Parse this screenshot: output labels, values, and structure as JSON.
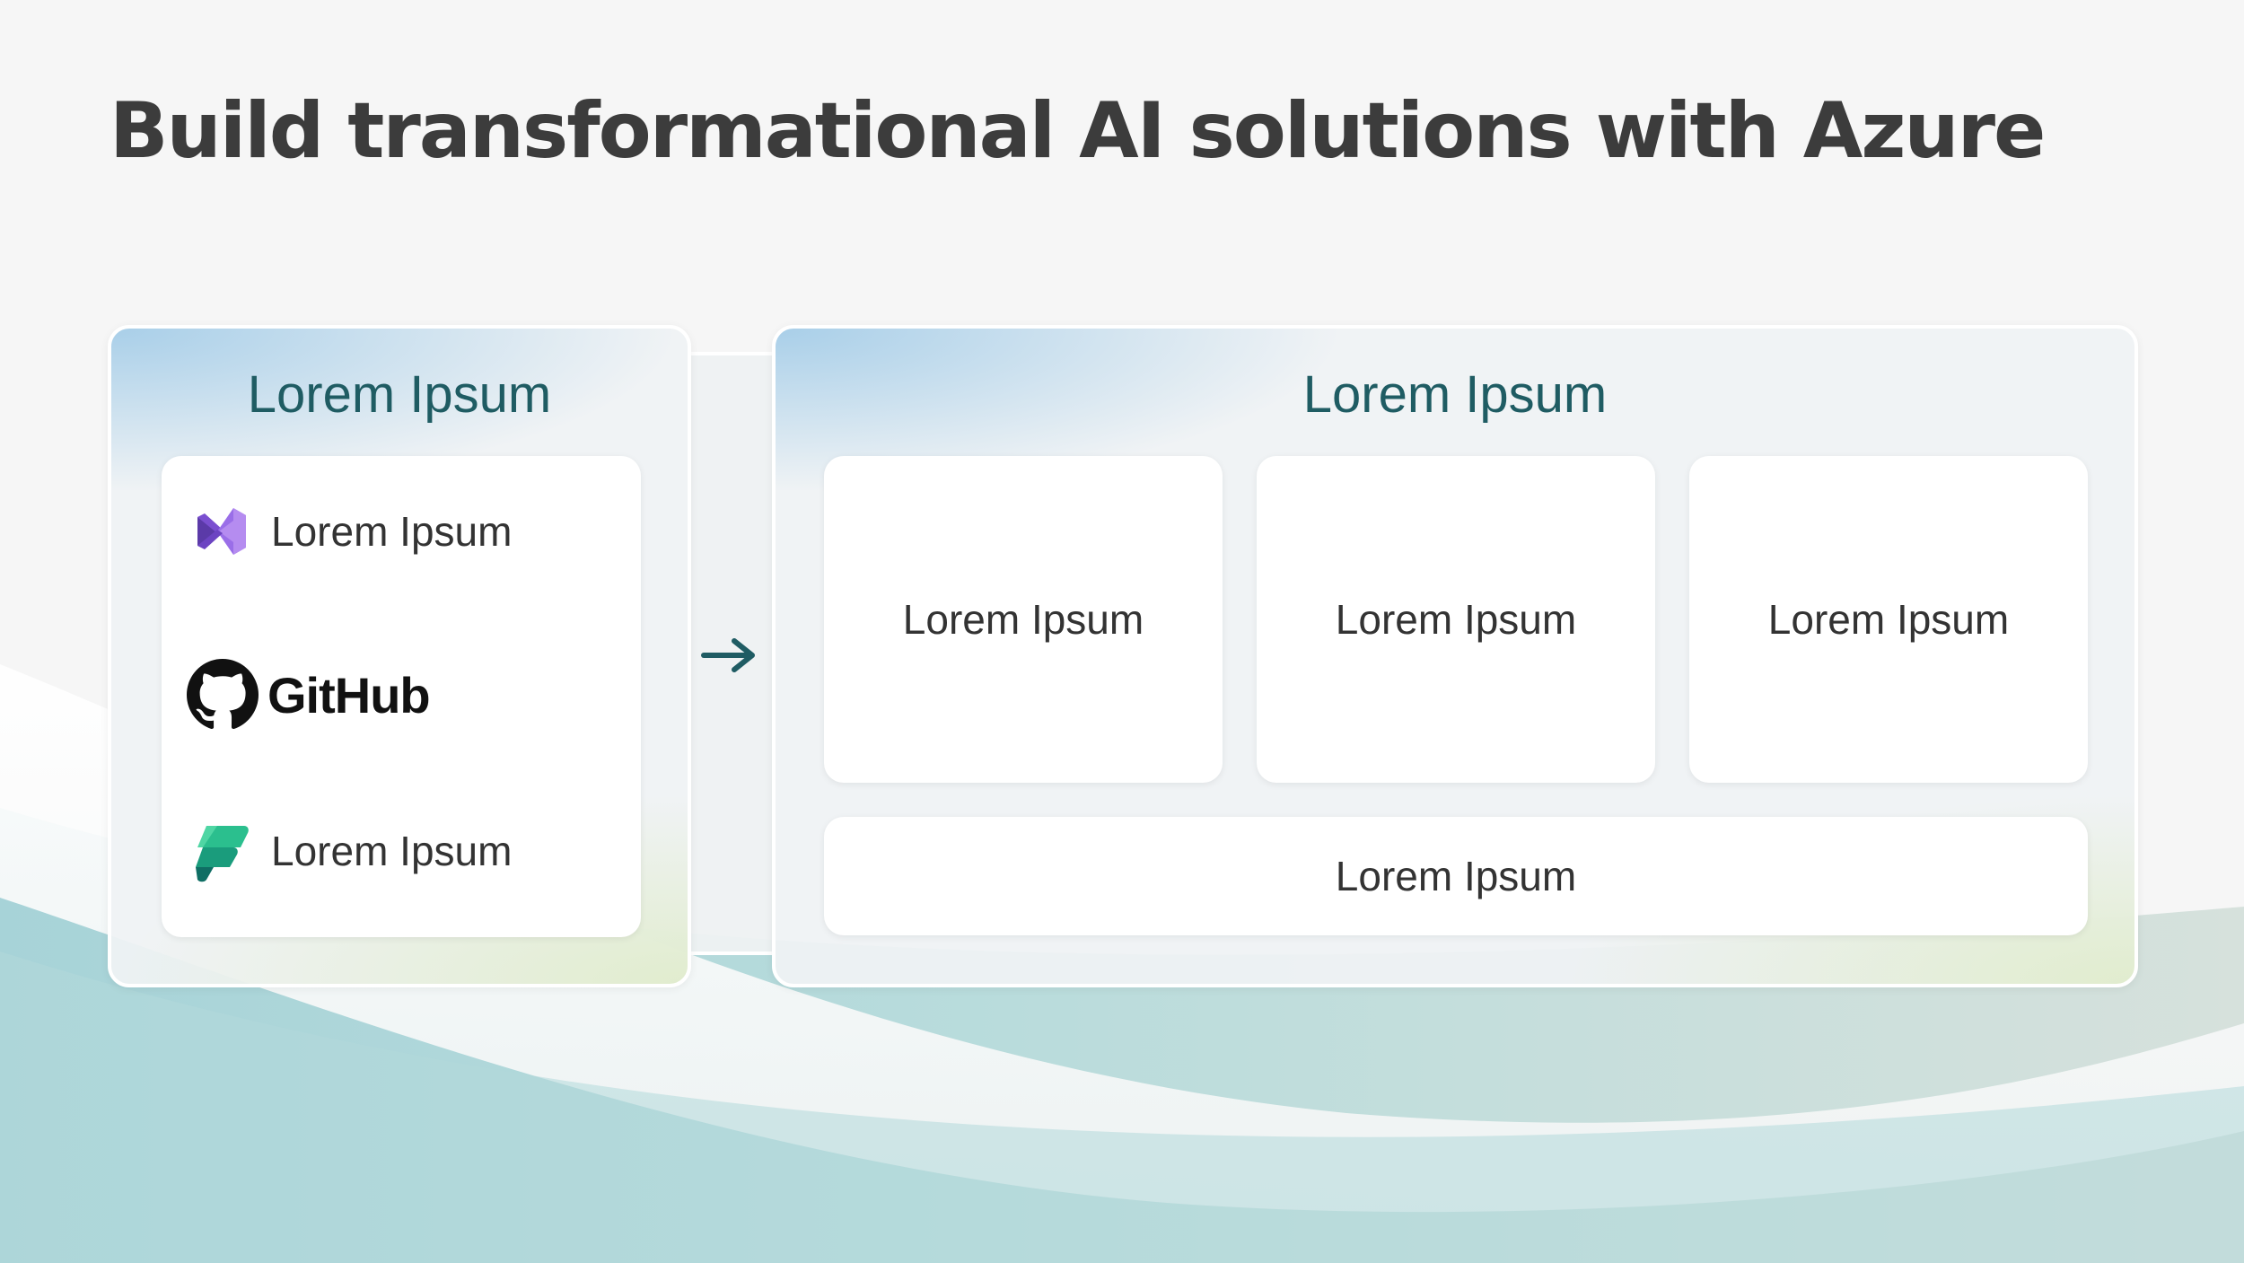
{
  "slide": {
    "title": "Build transformational AI solutions with Azure"
  },
  "left_panel": {
    "title": "Lorem Ipsum",
    "tools": [
      {
        "label": "Lorem Ipsum",
        "icon": "visual-studio-icon"
      },
      {
        "label": "GitHub",
        "icon": "github-icon"
      },
      {
        "label": "Lorem Ipsum",
        "icon": "power-apps-icon"
      }
    ]
  },
  "connector": {
    "icon": "arrow-right-icon"
  },
  "right_panel": {
    "title": "Lorem Ipsum",
    "cards": [
      {
        "label": "Lorem Ipsum"
      },
      {
        "label": "Lorem Ipsum"
      },
      {
        "label": "Lorem Ipsum"
      }
    ],
    "wide_card": {
      "label": "Lorem Ipsum"
    }
  },
  "colors": {
    "title_text": "#3c3c3c",
    "panel_title": "#1f5c63",
    "accent_blue": "#a5cde8",
    "accent_green": "#e0eccc",
    "visual_studio_purple": "#8a5bd6",
    "power_apps_green": "#1fa37a"
  }
}
